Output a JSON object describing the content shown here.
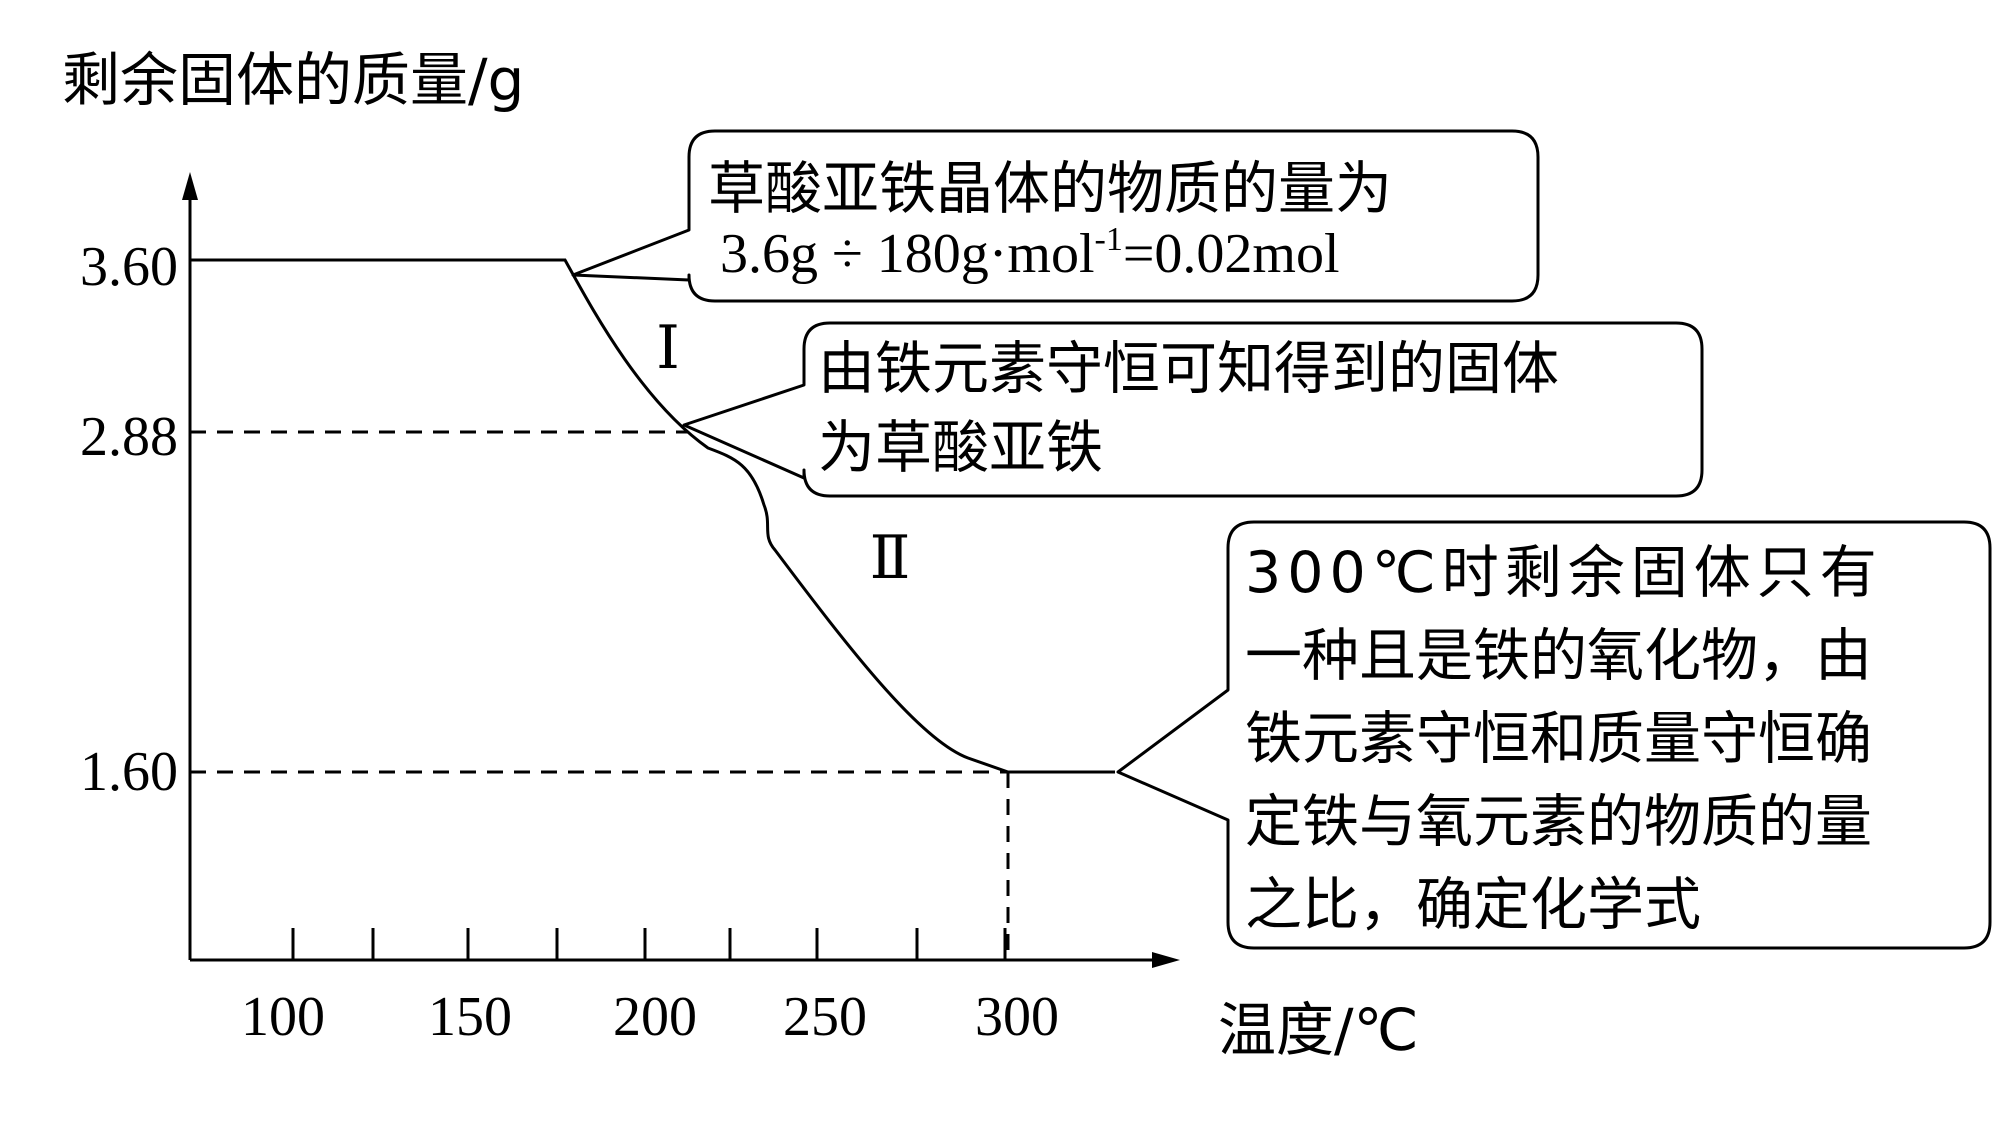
{
  "chart_data": {
    "type": "line",
    "ylabel": "剩余固体的质量/g",
    "xlabel": "温度/℃",
    "x_ticks": [
      "100",
      "150",
      "200",
      "250",
      "300"
    ],
    "y_ticks": [
      "3.60",
      "2.88",
      "1.60"
    ],
    "series": [
      {
        "points": [
          {
            "x": 70,
            "y": 3.6
          },
          {
            "x": 175,
            "y": 3.6
          },
          {
            "x": 210,
            "y": 2.88
          },
          {
            "x": 220,
            "y": 2.82
          },
          {
            "x": 232,
            "y": 2.56
          },
          {
            "x": 290,
            "y": 1.64
          },
          {
            "x": 300,
            "y": 1.6
          },
          {
            "x": 327,
            "y": 1.6
          }
        ]
      }
    ],
    "region_labels": [
      "Ⅰ",
      "Ⅱ"
    ]
  },
  "callouts": {
    "box1": {
      "line1": "草酸亚铁晶体的物质的量为",
      "line2_a": "3.6g ÷ 180g·mol",
      "line2_sup": "-1",
      "line2_b": "=0.02mol"
    },
    "box2": {
      "line1": "由铁元素守恒可知得到的固体",
      "line2": "为草酸亚铁"
    },
    "box3": {
      "line1": "300℃时剩余固体只有",
      "line2": "一种且是铁的氧化物，由",
      "line3": "铁元素守恒和质量守恒确",
      "line4": "定铁与氧元素的物质的量",
      "line5": "之比，确定化学式"
    }
  },
  "colors": {
    "ink": "#000000",
    "background": "#ffffff"
  }
}
